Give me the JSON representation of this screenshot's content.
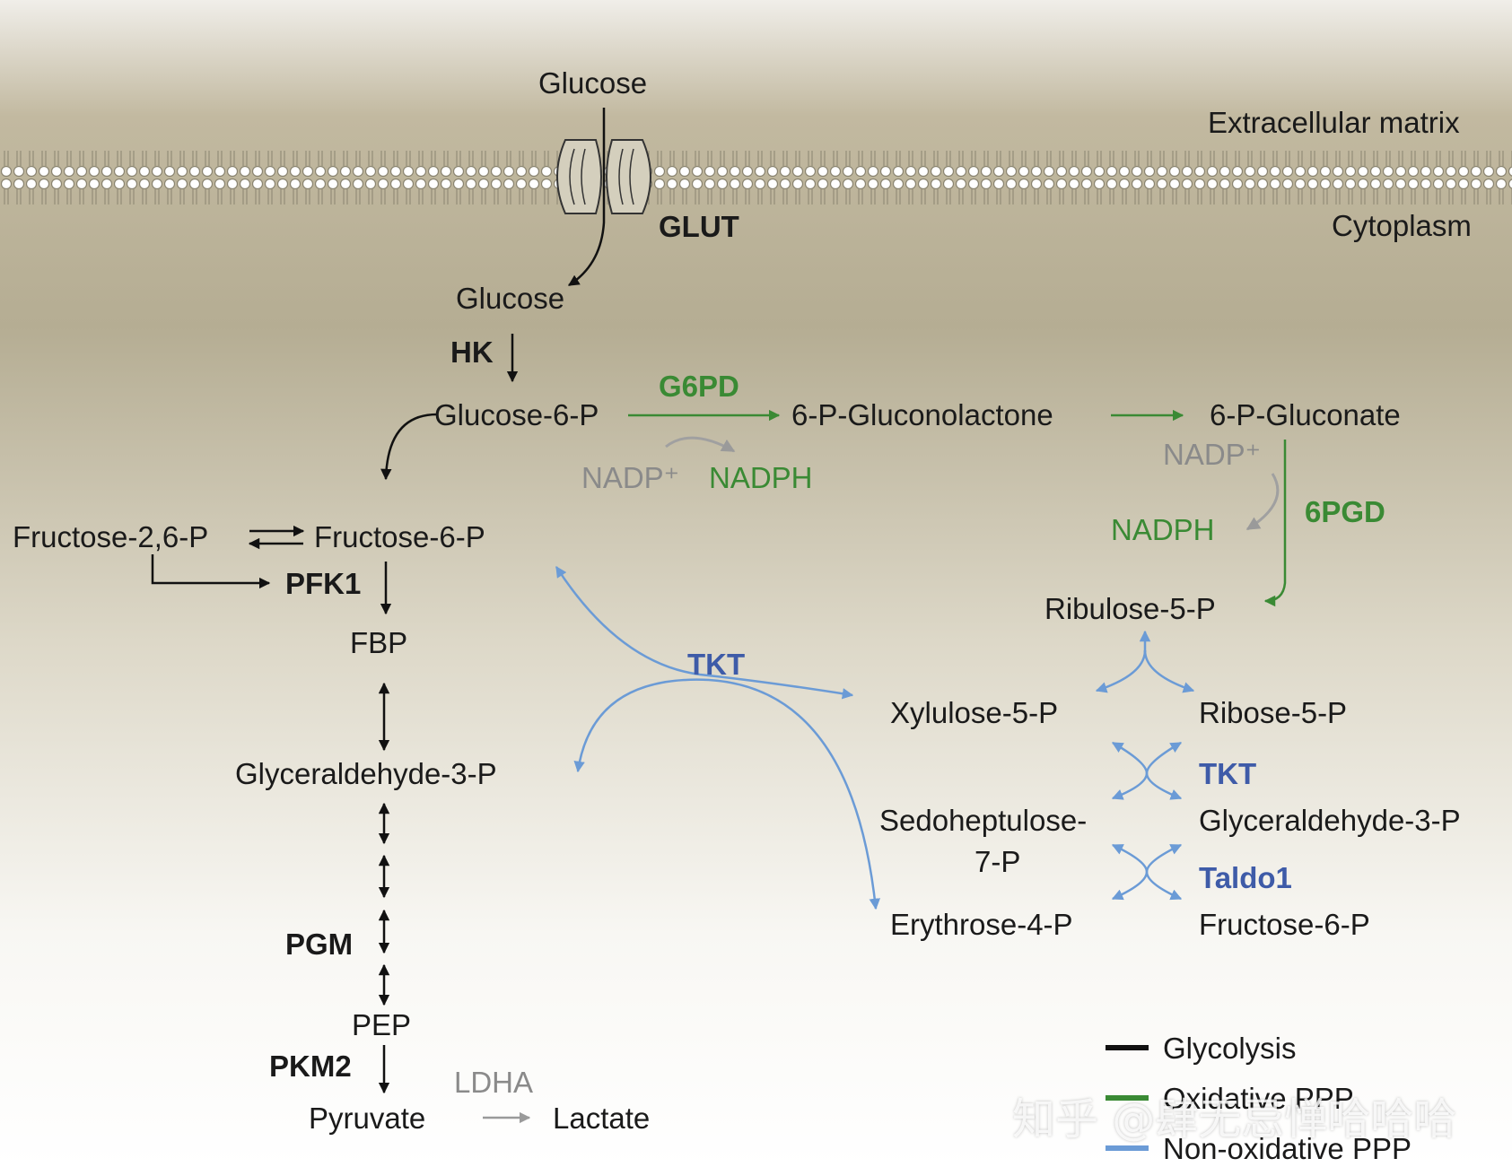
{
  "labels": {
    "glucose_out": "Glucose",
    "extracellular": "Extracellular matrix",
    "glut": "GLUT",
    "cytoplasm": "Cytoplasm",
    "glucose_in": "Glucose",
    "hk": "HK",
    "g6p": "Glucose-6-P",
    "g6pd": "G6PD",
    "gluconolactone": "6-P-Gluconolactone",
    "gluconate": "6-P-Gluconate",
    "nadp1": "NADP⁺",
    "nadph1": "NADPH",
    "nadp2": "NADP⁺",
    "nadph2": "NADPH",
    "pgd": "6PGD",
    "f26p": "Fructose-2,6-P",
    "f6p": "Fructose-6-P",
    "pfk1": "PFK1",
    "fbp": "FBP",
    "ribulose": "Ribulose-5-P",
    "tkt1": "TKT",
    "xylulose": "Xylulose-5-P",
    "ribose": "Ribose-5-P",
    "g3p": "Glyceraldehyde-3-P",
    "tkt2": "TKT",
    "sedo1": "Sedoheptulose-",
    "sedo2": "7-P",
    "g3p_right": "Glyceraldehyde-3-P",
    "taldo": "Taldo1",
    "e4p": "Erythrose-4-P",
    "f6p_right": "Fructose-6-P",
    "pgm": "PGM",
    "pep": "PEP",
    "pkm2": "PKM2",
    "ldha": "LDHA",
    "pyruvate": "Pyruvate",
    "lactate": "Lactate"
  },
  "legend": [
    {
      "label": "Glycolysis",
      "color": "#111111"
    },
    {
      "label": "Oxidative PPP",
      "color": "#3a8a34"
    },
    {
      "label": "Non-oxidative PPP",
      "color": "#6b9bd6"
    }
  ],
  "watermark": "知乎 @肆无忌惮哈哈哈"
}
